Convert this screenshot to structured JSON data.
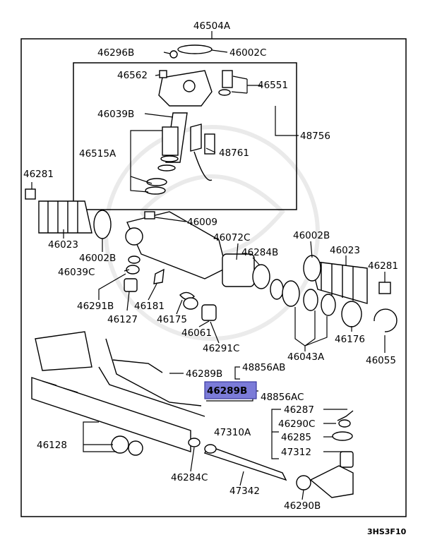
{
  "diagram": {
    "title": "46504A",
    "footer_code": "3HS3F10",
    "highlight_color": "#7b7bd8",
    "labels": {
      "l46296B": "46296B",
      "l46002C": "46002C",
      "l46562": "46562",
      "l46551": "46551",
      "l46039B": "46039B",
      "l48756": "48756",
      "l46515A": "46515A",
      "l48761": "48761",
      "l46281a": "46281",
      "l46023a": "46023",
      "l46002Ba": "46002B",
      "l46009": "46009",
      "l46072C": "46072C",
      "l46002Bb": "46002B",
      "l46023b": "46023",
      "l46284B": "46284B",
      "l46281b": "46281",
      "l46039C": "46039C",
      "l46291B": "46291B",
      "l46181": "46181",
      "l46127": "46127",
      "l46175": "46175",
      "l46061": "46061",
      "l46291C": "46291C",
      "l46043A": "46043A",
      "l46176": "46176",
      "l46055": "46055",
      "l46289Ba": "46289B",
      "l48856AB": "48856AB",
      "l46289Bb": "46289B",
      "l48856AC": "48856AC",
      "l46287": "46287",
      "l46290C": "46290C",
      "l47310A": "47310A",
      "l46285": "46285",
      "l46128": "46128",
      "l47312": "47312",
      "l46284C": "46284C",
      "l47342": "47342",
      "l46290B": "46290B"
    }
  }
}
